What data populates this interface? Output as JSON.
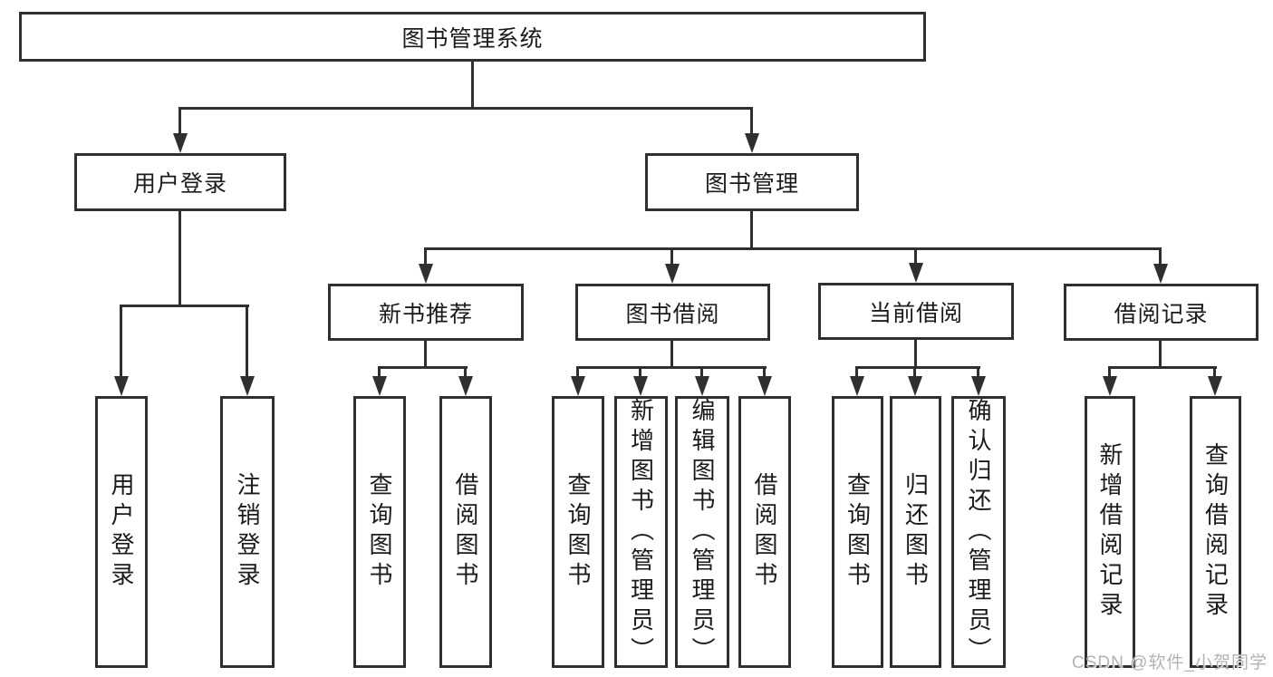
{
  "colors": {
    "line": "#2f2f2f",
    "text": "#1b1b1b",
    "background": "#ffffff",
    "watermark": "#b3b3b3"
  },
  "watermark": {
    "text": "CSDN @软件_小贺同学"
  },
  "diagram": {
    "root": {
      "label": "图书管理系统"
    },
    "level2": [
      {
        "label": "用户登录"
      },
      {
        "label": "图书管理"
      }
    ],
    "level3": [
      {
        "label": "新书推荐"
      },
      {
        "label": "图书借阅"
      },
      {
        "label": "当前借阅"
      },
      {
        "label": "借阅记录"
      }
    ],
    "leaves": {
      "user_login": [
        "用户登录",
        "注销登录"
      ],
      "new_books": [
        "查询图书",
        "借阅图书"
      ],
      "book_borrowing": [
        "查询图书",
        "新增图书（管理员）",
        "编辑图书（管理员）",
        "借阅图书"
      ],
      "current_borrowing": [
        "查询图书",
        "归还图书",
        "确认归还（管理员）"
      ],
      "borrowing_records": [
        "新增借阅记录",
        "查询借阅记录"
      ]
    }
  }
}
